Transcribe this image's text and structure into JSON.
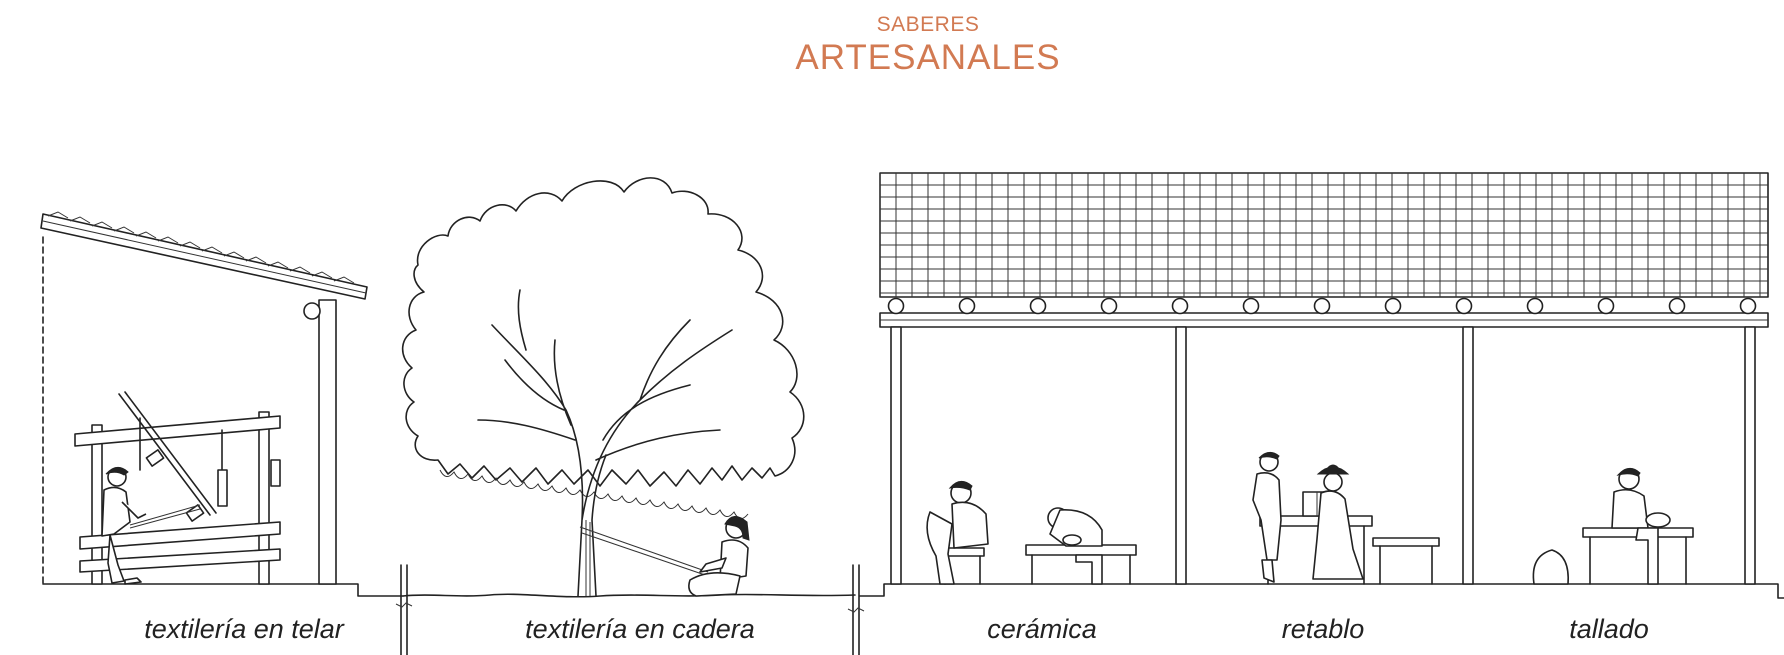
{
  "header": {
    "subtitle": "SABERES",
    "title": "ARTESANALES",
    "accent_color": "#d27a52"
  },
  "sections": [
    {
      "label": "textilería en telar"
    },
    {
      "label": "textilería en cadera"
    },
    {
      "label": "cerámica"
    },
    {
      "label": "retablo"
    },
    {
      "label": "tallado"
    }
  ]
}
